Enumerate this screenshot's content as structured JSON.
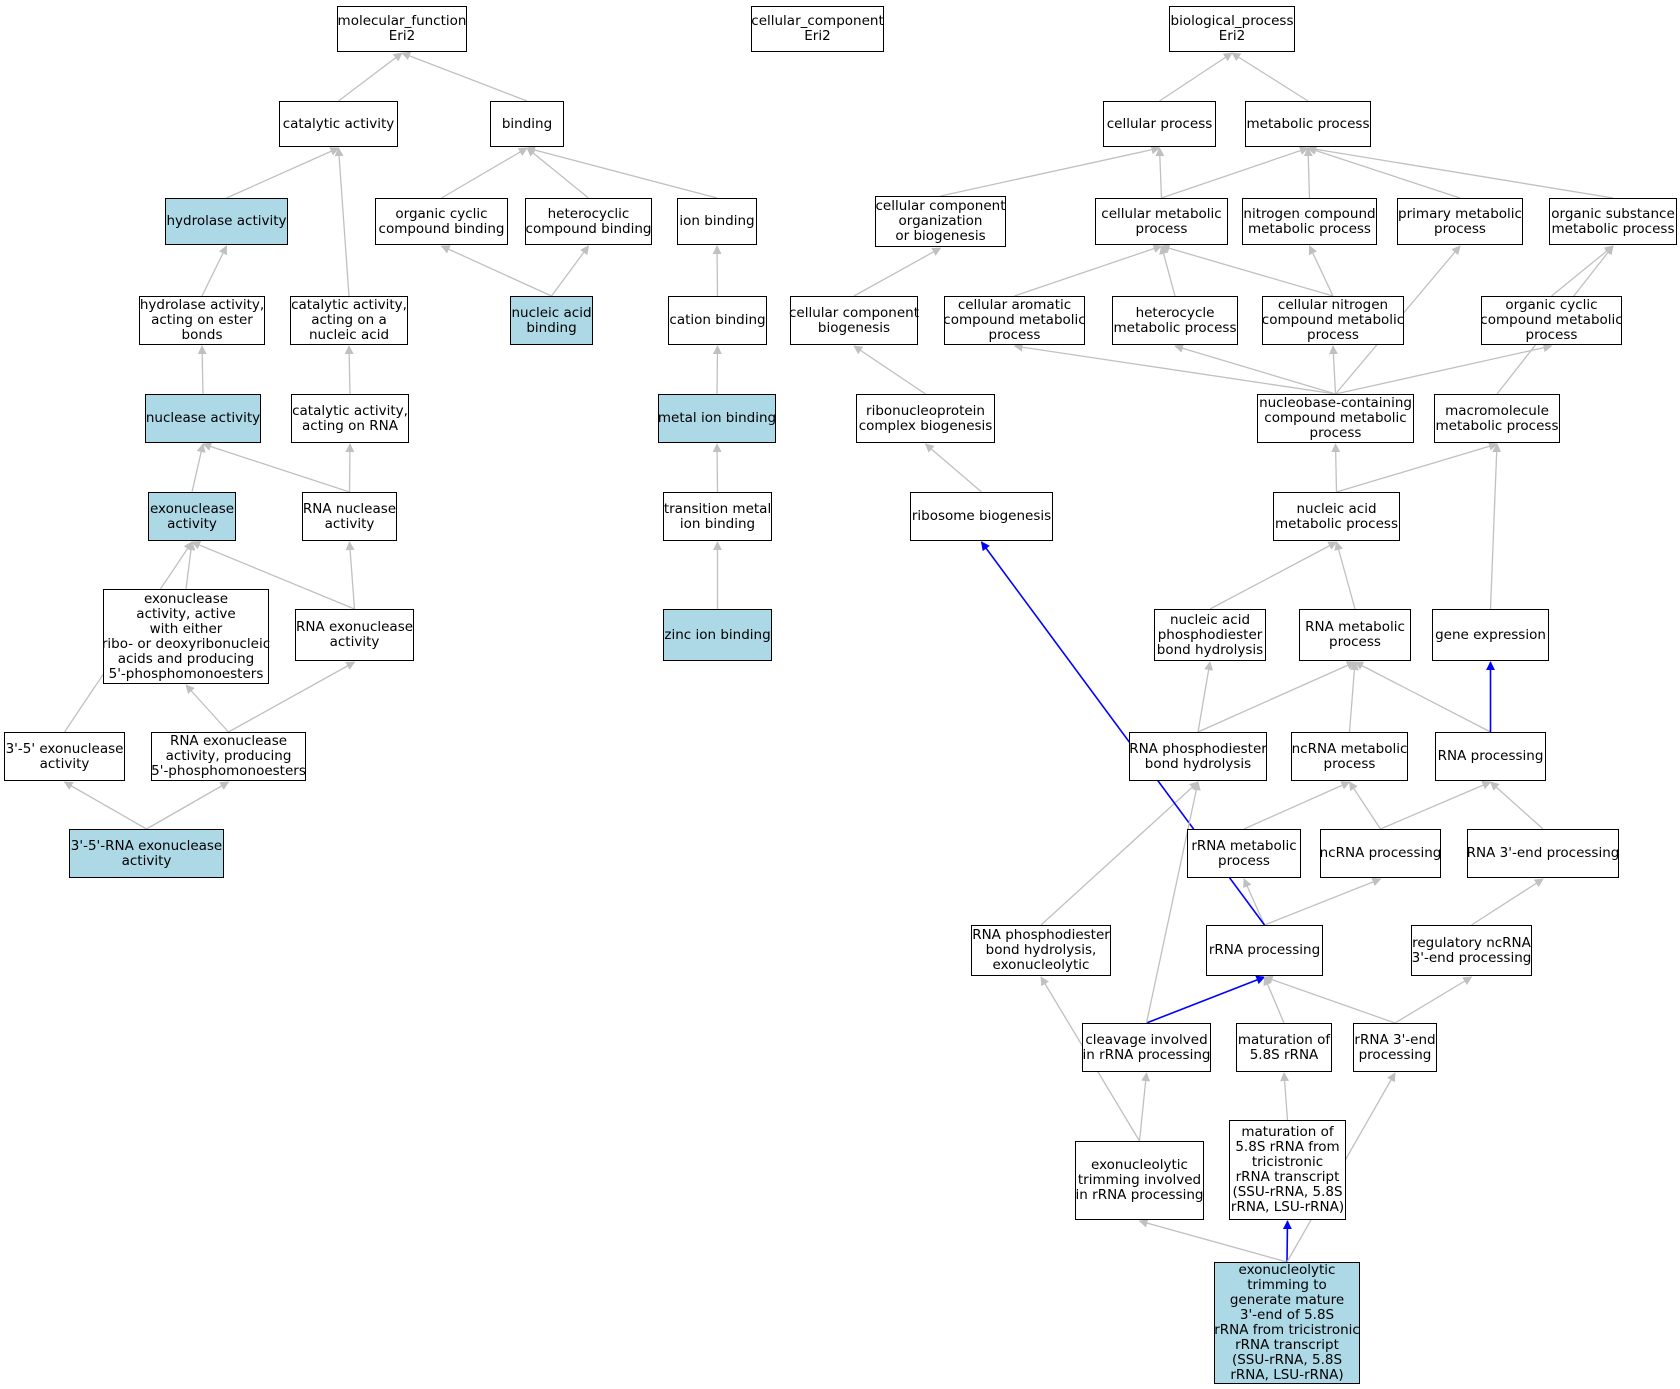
{
  "colors": {
    "highlight": "#add8e6",
    "edge_default": "#c0c0c0",
    "edge_path": "#0000ff",
    "border": "#000000"
  },
  "nodes": [
    {
      "id": "mf",
      "lines": [
        "molecular_function",
        "Eri2"
      ],
      "highlight": false
    },
    {
      "id": "cc",
      "lines": [
        "cellular_component",
        "Eri2"
      ],
      "highlight": false
    },
    {
      "id": "bp",
      "lines": [
        "biological_process",
        "Eri2"
      ],
      "highlight": false
    },
    {
      "id": "catact",
      "lines": [
        "catalytic activity"
      ],
      "highlight": false
    },
    {
      "id": "binding",
      "lines": [
        "binding"
      ],
      "highlight": false
    },
    {
      "id": "hydrolase",
      "lines": [
        "hydrolase activity"
      ],
      "highlight": true
    },
    {
      "id": "orgcyc",
      "lines": [
        "organic cyclic",
        "compound binding"
      ],
      "highlight": false
    },
    {
      "id": "hetcyc",
      "lines": [
        "heterocyclic",
        "compound binding"
      ],
      "highlight": false
    },
    {
      "id": "ionb",
      "lines": [
        "ion binding"
      ],
      "highlight": false
    },
    {
      "id": "hydester",
      "lines": [
        "hydrolase activity,",
        "acting on ester",
        "bonds"
      ],
      "highlight": false
    },
    {
      "id": "catnuc",
      "lines": [
        "catalytic activity,",
        "acting on a",
        "nucleic acid"
      ],
      "highlight": false
    },
    {
      "id": "nucacidb",
      "lines": [
        "nucleic acid",
        "binding"
      ],
      "highlight": true
    },
    {
      "id": "cationb",
      "lines": [
        "cation binding"
      ],
      "highlight": false
    },
    {
      "id": "nuclease",
      "lines": [
        "nuclease activity"
      ],
      "highlight": true
    },
    {
      "id": "catrna",
      "lines": [
        "catalytic activity,",
        "acting on RNA"
      ],
      "highlight": false
    },
    {
      "id": "metalion",
      "lines": [
        "metal ion binding"
      ],
      "highlight": true
    },
    {
      "id": "exonuc",
      "lines": [
        "exonuclease",
        "activity"
      ],
      "highlight": true
    },
    {
      "id": "rnanuc",
      "lines": [
        "RNA nuclease",
        "activity"
      ],
      "highlight": false
    },
    {
      "id": "transmetal",
      "lines": [
        "transition metal",
        "ion binding"
      ],
      "highlight": false
    },
    {
      "id": "exonuceither",
      "lines": [
        "exonuclease",
        "activity, active",
        "with either",
        "ribo- or deoxyribonucleic",
        "acids and producing",
        "5'-phosphomonoesters"
      ],
      "highlight": false
    },
    {
      "id": "rnaexo",
      "lines": [
        "RNA exonuclease",
        "activity"
      ],
      "highlight": false
    },
    {
      "id": "zinc",
      "lines": [
        "zinc ion binding"
      ],
      "highlight": true
    },
    {
      "id": "exo35",
      "lines": [
        "3'-5' exonuclease",
        "activity"
      ],
      "highlight": false
    },
    {
      "id": "rnaexo5p",
      "lines": [
        "RNA exonuclease",
        "activity, producing",
        "5'-phosphomonoesters"
      ],
      "highlight": false
    },
    {
      "id": "rnaexo35",
      "lines": [
        "3'-5'-RNA exonuclease",
        "activity"
      ],
      "highlight": true
    },
    {
      "id": "cellproc",
      "lines": [
        "cellular process"
      ],
      "highlight": false
    },
    {
      "id": "metproc",
      "lines": [
        "metabolic process"
      ],
      "highlight": false
    },
    {
      "id": "ccorg",
      "lines": [
        "cellular component",
        "organization",
        "or biogenesis"
      ],
      "highlight": false
    },
    {
      "id": "cellmet",
      "lines": [
        "cellular metabolic",
        "process"
      ],
      "highlight": false
    },
    {
      "id": "nitromet",
      "lines": [
        "nitrogen compound",
        "metabolic process"
      ],
      "highlight": false
    },
    {
      "id": "primmet",
      "lines": [
        "primary metabolic",
        "process"
      ],
      "highlight": false
    },
    {
      "id": "orgsubst",
      "lines": [
        "organic substance",
        "metabolic process"
      ],
      "highlight": false
    },
    {
      "id": "ccbio",
      "lines": [
        "cellular component",
        "biogenesis"
      ],
      "highlight": false
    },
    {
      "id": "cellarom",
      "lines": [
        "cellular aromatic",
        "compound metabolic",
        "process"
      ],
      "highlight": false
    },
    {
      "id": "hetmet",
      "lines": [
        "heterocycle",
        "metabolic process"
      ],
      "highlight": false
    },
    {
      "id": "cellnitro",
      "lines": [
        "cellular nitrogen",
        "compound metabolic",
        "process"
      ],
      "highlight": false
    },
    {
      "id": "orgcycmet",
      "lines": [
        "organic cyclic",
        "compound metabolic",
        "process"
      ],
      "highlight": false
    },
    {
      "id": "rnpbio",
      "lines": [
        "ribonucleoprotein",
        "complex biogenesis"
      ],
      "highlight": false
    },
    {
      "id": "nucbase",
      "lines": [
        "nucleobase-containing",
        "compound metabolic",
        "process"
      ],
      "highlight": false
    },
    {
      "id": "macromol",
      "lines": [
        "macromolecule",
        "metabolic process"
      ],
      "highlight": false
    },
    {
      "id": "ribobio",
      "lines": [
        "ribosome biogenesis"
      ],
      "highlight": false
    },
    {
      "id": "nucacidmet",
      "lines": [
        "nucleic acid",
        "metabolic process"
      ],
      "highlight": false
    },
    {
      "id": "nucphos",
      "lines": [
        "nucleic acid",
        "phosphodiester",
        "bond hydrolysis"
      ],
      "highlight": false
    },
    {
      "id": "rnamet",
      "lines": [
        "RNA metabolic",
        "process"
      ],
      "highlight": false
    },
    {
      "id": "geneexp",
      "lines": [
        "gene expression"
      ],
      "highlight": false
    },
    {
      "id": "rnaphos",
      "lines": [
        "RNA phosphodiester",
        "bond hydrolysis"
      ],
      "highlight": false
    },
    {
      "id": "ncrnamet",
      "lines": [
        "ncRNA metabolic",
        "process"
      ],
      "highlight": false
    },
    {
      "id": "rnaproc",
      "lines": [
        "RNA processing"
      ],
      "highlight": false
    },
    {
      "id": "rrnamet",
      "lines": [
        "rRNA metabolic",
        "process"
      ],
      "highlight": false
    },
    {
      "id": "ncrnaproc",
      "lines": [
        "ncRNA processing"
      ],
      "highlight": false
    },
    {
      "id": "rna3end",
      "lines": [
        "RNA 3'-end processing"
      ],
      "highlight": false
    },
    {
      "id": "rnaphosexo",
      "lines": [
        "RNA phosphodiester",
        "bond hydrolysis,",
        "exonucleolytic"
      ],
      "highlight": false
    },
    {
      "id": "rrnaproc",
      "lines": [
        "rRNA processing"
      ],
      "highlight": false
    },
    {
      "id": "regnc",
      "lines": [
        "regulatory ncRNA",
        "3'-end processing"
      ],
      "highlight": false
    },
    {
      "id": "cleavage",
      "lines": [
        "cleavage involved",
        "in rRNA processing"
      ],
      "highlight": false
    },
    {
      "id": "mat58",
      "lines": [
        "maturation of",
        "5.8S rRNA"
      ],
      "highlight": false
    },
    {
      "id": "rrna3end",
      "lines": [
        "rRNA 3'-end",
        "processing"
      ],
      "highlight": false
    },
    {
      "id": "exotrim",
      "lines": [
        "exonucleolytic",
        "trimming involved",
        "in rRNA processing"
      ],
      "highlight": false
    },
    {
      "id": "mat58tri",
      "lines": [
        "maturation of",
        "5.8S rRNA from",
        "tricistronic",
        "rRNA transcript",
        "(SSU-rRNA, 5.8S",
        "rRNA, LSU-rRNA)"
      ],
      "highlight": false
    },
    {
      "id": "exotrim58",
      "lines": [
        "exonucleolytic",
        "trimming to",
        "generate mature",
        "3'-end of 5.8S",
        "rRNA from tricistronic",
        "rRNA transcript",
        "(SSU-rRNA, 5.8S",
        "rRNA, LSU-rRNA)"
      ],
      "highlight": true
    }
  ],
  "edges": [
    {
      "from": "catact",
      "to": "mf",
      "kind": "default"
    },
    {
      "from": "binding",
      "to": "mf",
      "kind": "default"
    },
    {
      "from": "hydrolase",
      "to": "catact",
      "kind": "default"
    },
    {
      "from": "catnuc",
      "to": "catact",
      "kind": "default"
    },
    {
      "from": "orgcyc",
      "to": "binding",
      "kind": "default"
    },
    {
      "from": "hetcyc",
      "to": "binding",
      "kind": "default"
    },
    {
      "from": "ionb",
      "to": "binding",
      "kind": "default"
    },
    {
      "from": "hydester",
      "to": "hydrolase",
      "kind": "default"
    },
    {
      "from": "nucacidb",
      "to": "orgcyc",
      "kind": "default"
    },
    {
      "from": "nucacidb",
      "to": "hetcyc",
      "kind": "default"
    },
    {
      "from": "cationb",
      "to": "ionb",
      "kind": "default"
    },
    {
      "from": "nuclease",
      "to": "hydester",
      "kind": "default"
    },
    {
      "from": "catrna",
      "to": "catnuc",
      "kind": "default"
    },
    {
      "from": "metalion",
      "to": "cationb",
      "kind": "default"
    },
    {
      "from": "exonuc",
      "to": "nuclease",
      "kind": "default"
    },
    {
      "from": "rnanuc",
      "to": "nuclease",
      "kind": "default"
    },
    {
      "from": "rnanuc",
      "to": "catrna",
      "kind": "default"
    },
    {
      "from": "transmetal",
      "to": "metalion",
      "kind": "default"
    },
    {
      "from": "exonuceither",
      "to": "exonuc",
      "kind": "default"
    },
    {
      "from": "rnaexo",
      "to": "exonuc",
      "kind": "default"
    },
    {
      "from": "rnaexo",
      "to": "rnanuc",
      "kind": "default"
    },
    {
      "from": "exo35",
      "to": "exonuc",
      "kind": "default"
    },
    {
      "from": "zinc",
      "to": "transmetal",
      "kind": "default"
    },
    {
      "from": "rnaexo5p",
      "to": "exonuceither",
      "kind": "default"
    },
    {
      "from": "rnaexo5p",
      "to": "rnaexo",
      "kind": "default"
    },
    {
      "from": "rnaexo35",
      "to": "exo35",
      "kind": "default"
    },
    {
      "from": "rnaexo35",
      "to": "rnaexo5p",
      "kind": "default"
    },
    {
      "from": "cellproc",
      "to": "bp",
      "kind": "default"
    },
    {
      "from": "metproc",
      "to": "bp",
      "kind": "default"
    },
    {
      "from": "ccorg",
      "to": "cellproc",
      "kind": "default"
    },
    {
      "from": "cellmet",
      "to": "cellproc",
      "kind": "default"
    },
    {
      "from": "cellmet",
      "to": "metproc",
      "kind": "default"
    },
    {
      "from": "nitromet",
      "to": "metproc",
      "kind": "default"
    },
    {
      "from": "primmet",
      "to": "metproc",
      "kind": "default"
    },
    {
      "from": "orgsubst",
      "to": "metproc",
      "kind": "default"
    },
    {
      "from": "ccbio",
      "to": "ccorg",
      "kind": "default"
    },
    {
      "from": "cellarom",
      "to": "cellmet",
      "kind": "default"
    },
    {
      "from": "hetmet",
      "to": "cellmet",
      "kind": "default"
    },
    {
      "from": "cellnitro",
      "to": "cellmet",
      "kind": "default"
    },
    {
      "from": "cellnitro",
      "to": "nitromet",
      "kind": "default"
    },
    {
      "from": "orgcycmet",
      "to": "orgsubst",
      "kind": "default"
    },
    {
      "from": "rnpbio",
      "to": "ccbio",
      "kind": "default"
    },
    {
      "from": "nucbase",
      "to": "cellarom",
      "kind": "default"
    },
    {
      "from": "nucbase",
      "to": "hetmet",
      "kind": "default"
    },
    {
      "from": "nucbase",
      "to": "cellnitro",
      "kind": "default"
    },
    {
      "from": "nucbase",
      "to": "orgcycmet",
      "kind": "default"
    },
    {
      "from": "nucbase",
      "to": "primmet",
      "kind": "default"
    },
    {
      "from": "macromol",
      "to": "orgsubst",
      "kind": "default"
    },
    {
      "from": "ribobio",
      "to": "rnpbio",
      "kind": "default"
    },
    {
      "from": "nucacidmet",
      "to": "nucbase",
      "kind": "default"
    },
    {
      "from": "nucacidmet",
      "to": "macromol",
      "kind": "default"
    },
    {
      "from": "nucphos",
      "to": "nucacidmet",
      "kind": "default"
    },
    {
      "from": "rnamet",
      "to": "nucacidmet",
      "kind": "default"
    },
    {
      "from": "geneexp",
      "to": "macromol",
      "kind": "default"
    },
    {
      "from": "rnaphos",
      "to": "nucphos",
      "kind": "default"
    },
    {
      "from": "rnaphos",
      "to": "rnamet",
      "kind": "default"
    },
    {
      "from": "ncrnamet",
      "to": "rnamet",
      "kind": "default"
    },
    {
      "from": "rnaproc",
      "to": "rnamet",
      "kind": "default"
    },
    {
      "from": "rnaproc",
      "to": "geneexp",
      "kind": "path"
    },
    {
      "from": "rrnamet",
      "to": "ncrnamet",
      "kind": "default"
    },
    {
      "from": "ncrnaproc",
      "to": "ncrnamet",
      "kind": "default"
    },
    {
      "from": "ncrnaproc",
      "to": "rnaproc",
      "kind": "default"
    },
    {
      "from": "rna3end",
      "to": "rnaproc",
      "kind": "default"
    },
    {
      "from": "rnaphosexo",
      "to": "rnaphos",
      "kind": "default"
    },
    {
      "from": "rrnaproc",
      "to": "rrnamet",
      "kind": "default"
    },
    {
      "from": "rrnaproc",
      "to": "ncrnaproc",
      "kind": "default"
    },
    {
      "from": "rrnaproc",
      "to": "ribobio",
      "kind": "path"
    },
    {
      "from": "regnc",
      "to": "rna3end",
      "kind": "default"
    },
    {
      "from": "cleavage",
      "to": "rrnaproc",
      "kind": "path"
    },
    {
      "from": "cleavage",
      "to": "rnaphos",
      "kind": "default"
    },
    {
      "from": "mat58",
      "to": "rrnaproc",
      "kind": "default"
    },
    {
      "from": "rrna3end",
      "to": "rrnaproc",
      "kind": "default"
    },
    {
      "from": "rrna3end",
      "to": "regnc",
      "kind": "default"
    },
    {
      "from": "exotrim",
      "to": "cleavage",
      "kind": "default"
    },
    {
      "from": "exotrim",
      "to": "rnaphosexo",
      "kind": "default"
    },
    {
      "from": "mat58tri",
      "to": "mat58",
      "kind": "default"
    },
    {
      "from": "exotrim58",
      "to": "exotrim",
      "kind": "default"
    },
    {
      "from": "exotrim58",
      "to": "mat58tri",
      "kind": "path"
    },
    {
      "from": "exotrim58",
      "to": "rrna3end",
      "kind": "default"
    }
  ]
}
